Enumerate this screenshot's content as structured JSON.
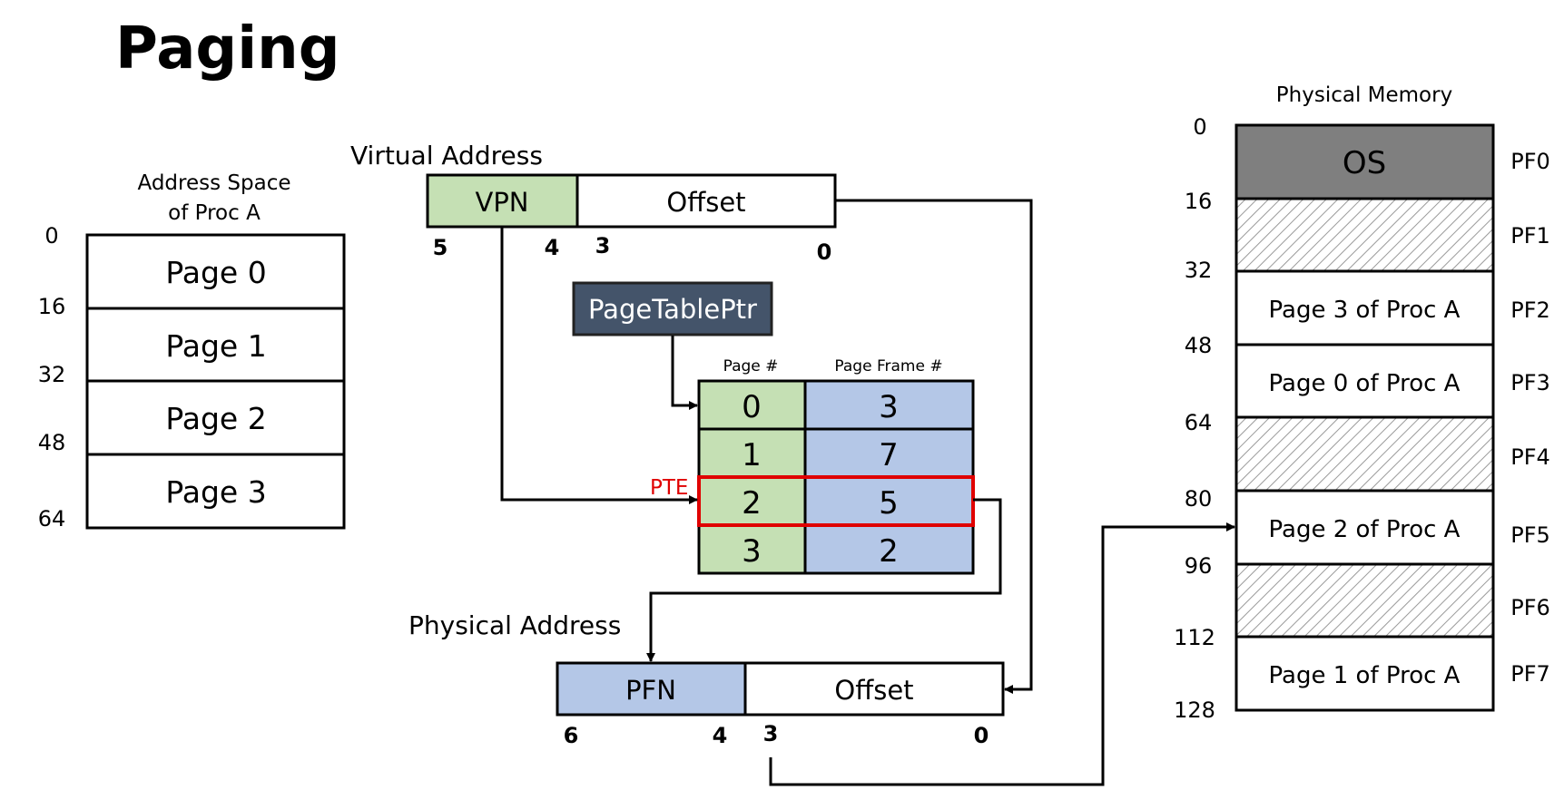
{
  "title": "Paging",
  "address_space": {
    "heading_line1": "Address Space",
    "heading_line2": "of Proc A",
    "pages": [
      "Page 0",
      "Page 1",
      "Page 2",
      "Page 3"
    ],
    "addresses": [
      "0",
      "16",
      "32",
      "48",
      "64"
    ]
  },
  "virtual_address": {
    "label": "Virtual Address",
    "vpn": "VPN",
    "offset": "Offset",
    "bits": {
      "vpn_high": "5",
      "vpn_low": "4",
      "off_high": "3",
      "off_low": "0"
    }
  },
  "page_table_ptr": "PageTablePtr",
  "page_table": {
    "col_page": "Page #",
    "col_frame": "Page Frame #",
    "pages": [
      "0",
      "1",
      "2",
      "3"
    ],
    "frames": [
      "3",
      "7",
      "5",
      "2"
    ],
    "pte_label": "PTE"
  },
  "physical_address": {
    "label": "Physical Address",
    "pfn": "PFN",
    "offset": "Offset",
    "bits": {
      "pfn_high": "6",
      "pfn_low": "4",
      "off_high": "3",
      "off_low": "0"
    }
  },
  "physical_memory": {
    "heading": "Physical Memory",
    "addresses": [
      "0",
      "16",
      "32",
      "48",
      "64",
      "80",
      "96",
      "112",
      "128"
    ],
    "frame_labels": [
      "PF0",
      "PF1",
      "PF2",
      "PF3",
      "PF4",
      "PF5",
      "PF6",
      "PF7"
    ],
    "frame_contents": [
      "OS",
      "",
      "Page 3 of Proc A",
      "Page 0 of Proc A",
      "",
      "Page 2 of Proc A",
      "",
      "Page 1 of Proc A"
    ]
  },
  "colors": {
    "green": "#c5e0b4",
    "blue": "#b4c7e7",
    "navy": "#44546a",
    "os_gray": "#7f7f7f",
    "pte_red": "#e00000"
  }
}
